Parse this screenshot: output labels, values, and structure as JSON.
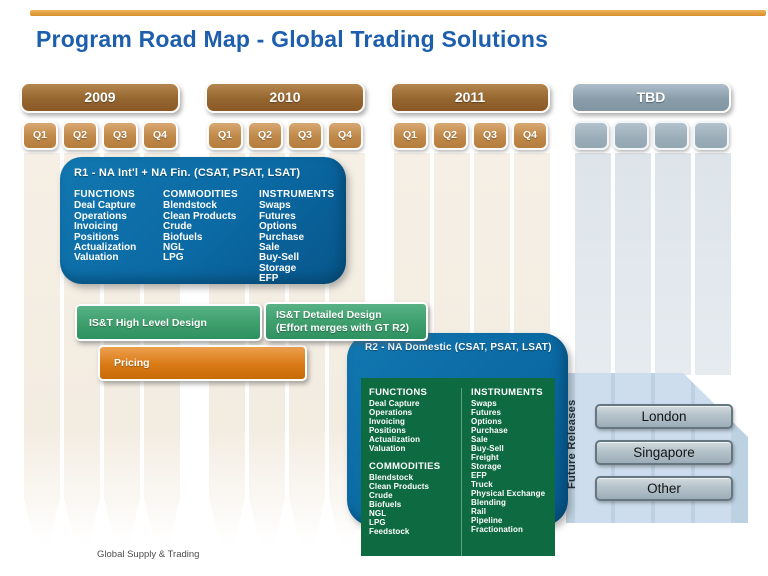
{
  "title": "Program Road Map - Global Trading Solutions",
  "timeline": {
    "years": [
      {
        "label": "2009",
        "quarters": [
          "Q1",
          "Q2",
          "Q3",
          "Q4"
        ]
      },
      {
        "label": "2010",
        "quarters": [
          "Q1",
          "Q2",
          "Q3",
          "Q4"
        ]
      },
      {
        "label": "2011",
        "quarters": [
          "Q1",
          "Q2",
          "Q3",
          "Q4"
        ]
      },
      {
        "label": "TBD",
        "quarters": [
          "",
          "",
          "",
          ""
        ]
      }
    ]
  },
  "r1": {
    "title": "R1 - NA Int'l + NA Fin. (CSAT, PSAT, LSAT)",
    "functions": {
      "header": "FUNCTIONS",
      "items": [
        "Deal Capture",
        "Operations",
        "Invoicing",
        "Positions",
        "Actualization",
        "Valuation"
      ]
    },
    "commodities": {
      "header": "COMMODITIES",
      "items": [
        "Blendstock",
        "Clean Products",
        "Crude",
        "Biofuels",
        "NGL",
        "LPG"
      ]
    },
    "instruments": {
      "header": "INSTRUMENTS",
      "items": [
        "Swaps",
        "Futures",
        "Options",
        "Purchase",
        "Sale",
        "Buy-Sell",
        "Storage",
        "EFP"
      ]
    }
  },
  "milestones": {
    "high_level_design": "IS&T High Level Design",
    "detailed_design_line1": "IS&T Detailed Design",
    "detailed_design_line2": "(Effort merges with GT R2)",
    "pricing": "Pricing"
  },
  "r2": {
    "title": "R2 - NA Domestic (CSAT, PSAT, LSAT)",
    "functions": {
      "header": "FUNCTIONS",
      "items": [
        "Deal Capture",
        "Operations",
        "Invoicing",
        "Positions",
        "Actualization",
        "Valuation"
      ]
    },
    "commodities": {
      "header": "COMMODITIES",
      "items": [
        "Blendstock",
        "Clean Products",
        "Crude",
        "Biofuels",
        "NGL",
        "LPG",
        "Feedstock"
      ]
    },
    "instruments": {
      "header": "INSTRUMENTS",
      "items": [
        "Swaps",
        "Futures",
        "Options",
        "Purchase",
        "Sale",
        "Buy-Sell",
        "Freight",
        "Storage",
        "EFP",
        "Truck",
        "Physical Exchange",
        "Blending",
        "Rail",
        "Pipeline",
        "Fractionation"
      ]
    }
  },
  "future": {
    "label": "Future Releases",
    "buttons": {
      "london": "London",
      "singapore": "Singapore",
      "other": "Other"
    }
  },
  "footer": "Global Supply & Trading",
  "colors": {
    "title_blue": "#1E5FAD",
    "accent_orange": "#D88F2A",
    "year_brown": "#96662F",
    "quarter_tan": "#C08849",
    "release_blue": "#0B69A3",
    "milestone_green": "#3FA06D",
    "scope_dark_green": "#0E6B41",
    "pricing_orange": "#D97A15",
    "tbd_slate": "#8A9DAB",
    "future_panel_blue": "#BCD1E1"
  }
}
